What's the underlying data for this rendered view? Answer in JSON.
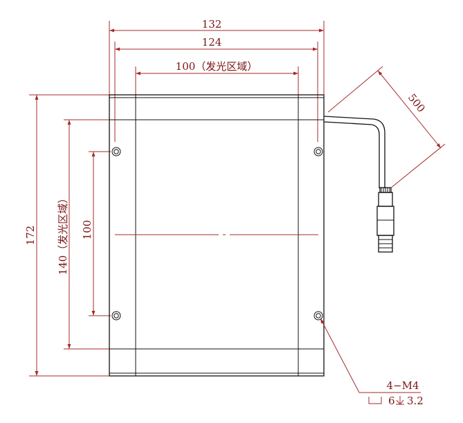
{
  "dimensions": {
    "overall_width": "132",
    "inner_width": "124",
    "emitting_width": "100（发光区域）",
    "overall_height": "172",
    "emitting_height": "140（发光区域）",
    "hole_spacing": "100",
    "cable_length": "500"
  },
  "callout": {
    "thread": "4−M4",
    "depth": "6",
    "depth_value": "3.2"
  },
  "colors": {
    "dimension": "#a52a2a",
    "outline": "#111111"
  }
}
